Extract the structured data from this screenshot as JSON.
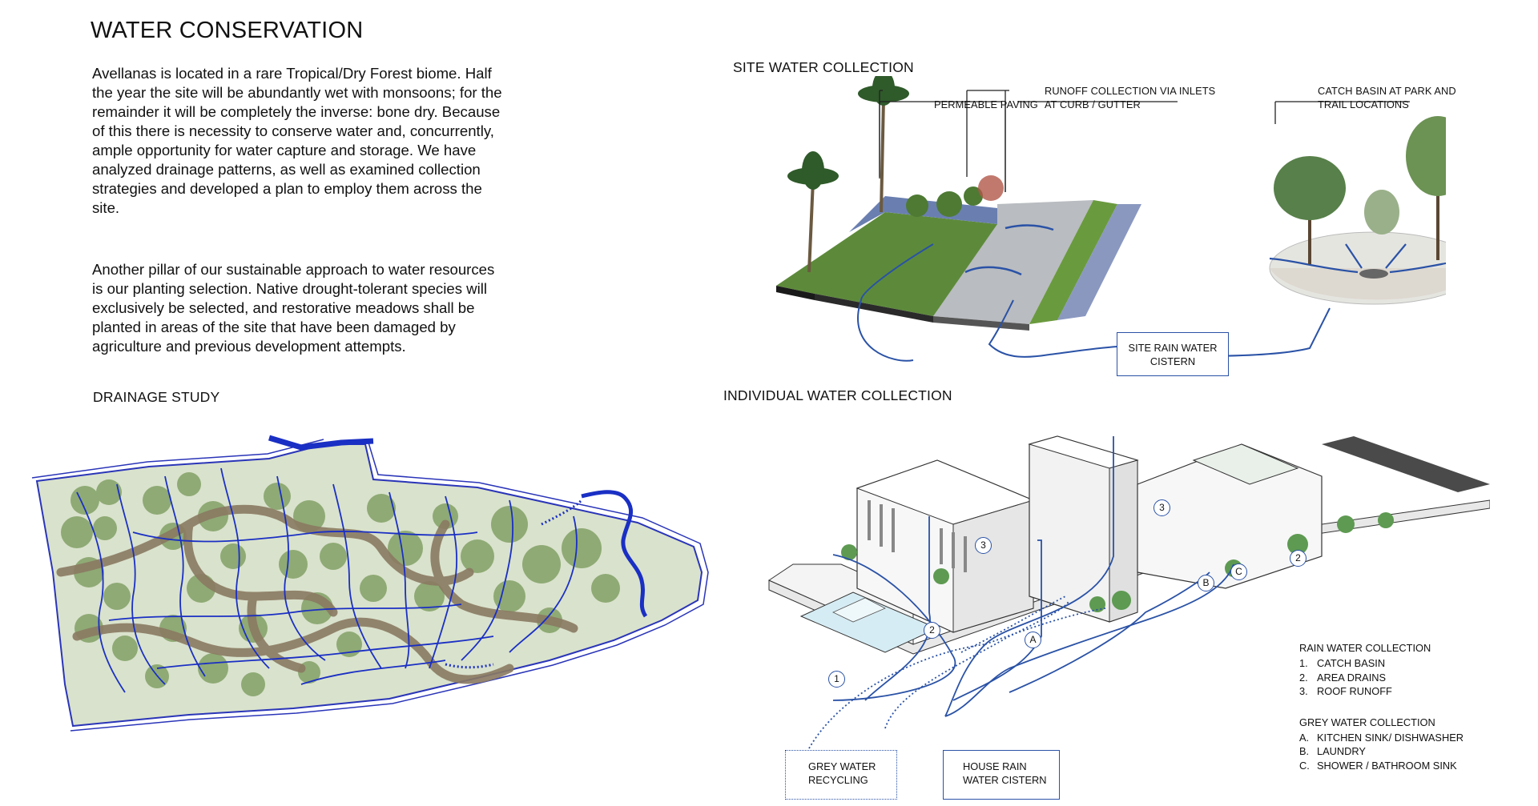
{
  "title": "WATER CONSERVATION",
  "intro": {
    "paragraph1": "Avellanas is located in a rare Tropical/Dry Forest biome. Half the year the site will be abundantly wet with monsoons; for the remainder it will be completely the inverse: bone dry.  Because of this there is necessity to conserve water and, concurrently, ample  opportunity for water capture and storage. We have analyzed drainage patterns, as well as examined collection strategies and developed a plan to employ them across the site.",
    "paragraph2": "Another pillar of our sustainable approach to water resources is our planting selection. Native drought-tolerant species will exclusively be selected, and restorative meadows shall be planted in areas of the site that have been damaged by agriculture and previous development attempts."
  },
  "drainage_study": {
    "heading": "DRAINAGE STUDY"
  },
  "site_collection": {
    "heading": "SITE WATER COLLECTION",
    "labels": {
      "permeable": "PERMEABLE PAVING",
      "runoff_line1": "RUNOFF COLLECTION VIA INLETS",
      "runoff_line2": "AT CURB / GUTTER",
      "catch_line1": "CATCH BASIN AT PARK AND",
      "catch_line2": "TRAIL LOCATIONS",
      "cistern_line1": "SITE RAIN WATER",
      "cistern_line2": "CISTERN"
    }
  },
  "individual_collection": {
    "heading": "INDIVIDUAL  WATER COLLECTION",
    "markers": [
      "1",
      "2",
      "3",
      "3",
      "2",
      "A",
      "B",
      "C"
    ],
    "boxes": {
      "grey_line1": "GREY  WATER",
      "grey_line2": "RECYCLING",
      "house_line1": "HOUSE RAIN",
      "house_line2": "WATER CISTERN"
    },
    "legend": {
      "rain_heading": "RAIN WATER COLLECTION",
      "rain_items": [
        {
          "key": "1.",
          "text": "CATCH BASIN"
        },
        {
          "key": "2.",
          "text": "AREA DRAINS"
        },
        {
          "key": "3.",
          "text": "ROOF RUNOFF"
        }
      ],
      "grey_heading": "GREY WATER COLLECTION",
      "grey_items": [
        {
          "key": "A.",
          "text": "KITCHEN SINK/ DISHWASHER"
        },
        {
          "key": "B.",
          "text": "LAUNDRY"
        },
        {
          "key": "C.",
          "text": "SHOWER / BATHROOM SINK"
        }
      ]
    }
  },
  "colors": {
    "blue": "#2a52a6",
    "drain_blue": "#1a2fc4",
    "trail": "#8a7a62",
    "canopy": "#7f9e62",
    "site_fill": "#d9e2cc",
    "grass": "#5d8a3a"
  }
}
